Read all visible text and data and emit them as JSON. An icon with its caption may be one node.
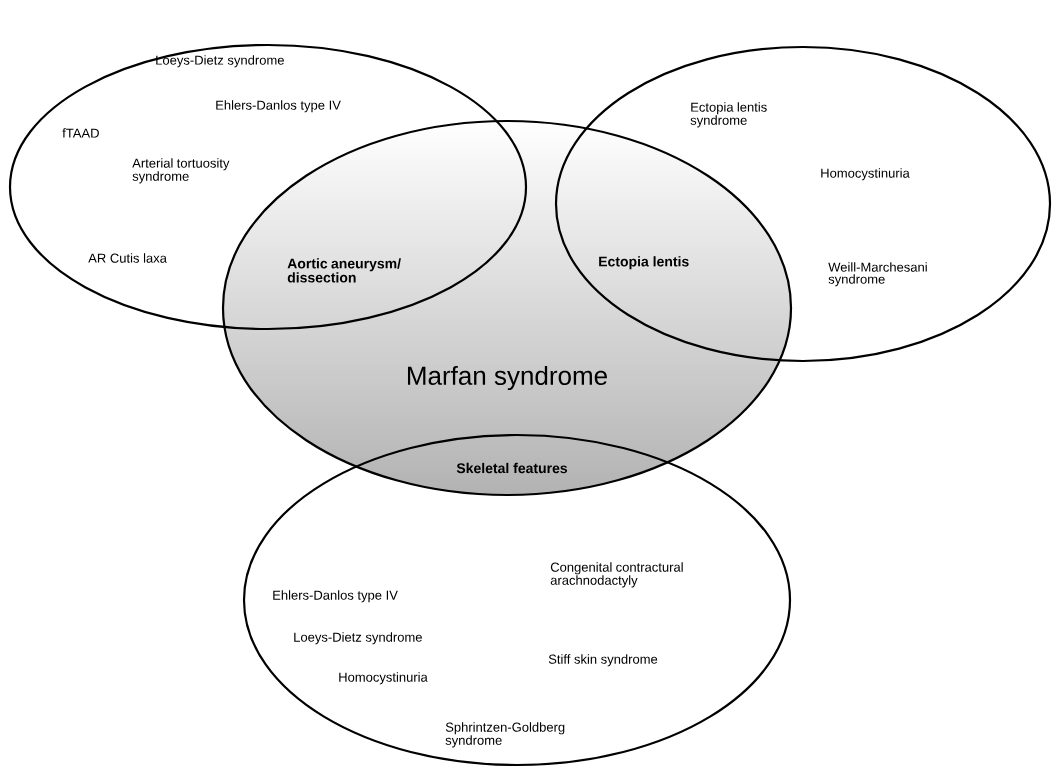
{
  "diagram": {
    "nodes": [
      {
        "text": [
          "Loeys-Dietz syndrome",
          "Ehlers-Danlos type IV",
          "fTAAD",
          "Arterial tortuosity syndrome",
          "AR Cutis laxa"
        ]
      },
      {
        "text": [
          "Ectopia lentis syndrome",
          "Homocystinuria",
          "Weill-Marchesani syndrome"
        ]
      },
      {
        "text": [
          "Marfan syndrome"
        ]
      },
      {
        "text": [
          "Ehlers-Danlos type IV",
          "Congenital contractural arachnodactyly",
          "Loeys-Dietz syndrome",
          "Stiff skin syndrome",
          "Homocystinuria",
          "Sphrintzen-Goldberg syndrome"
        ]
      }
    ],
    "edges": [],
    "labels": [
      "Aortic aneurysm/ dissection",
      "Ectopia lentis",
      "Skeletal features"
    ]
  }
}
